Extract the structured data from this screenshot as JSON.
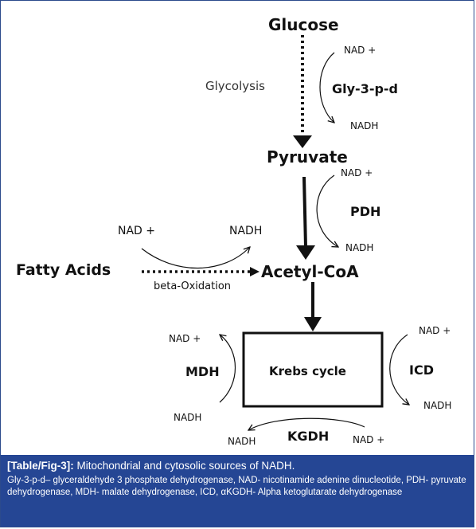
{
  "diagram": {
    "glucose": "Glucose",
    "glycolysis": "Glycolysis",
    "gly3pd": "Gly-3-p-d",
    "gly_nad": "NAD +",
    "gly_nadh": "NADH",
    "pyruvate": "Pyruvate",
    "pdh": "PDH",
    "pdh_nad": "NAD +",
    "pdh_nadh": "NADH",
    "fa_nad": "NAD +",
    "fa_nadh": "NADH",
    "fatty_acids": "Fatty Acids",
    "beta_oxidation": "beta-Oxidation",
    "acetyl_coa": "Acetyl-CoA",
    "krebs": "Krebs cycle",
    "mdh": "MDH",
    "mdh_nad": "NAD +",
    "mdh_nadh": "NADH",
    "icd": "ICD",
    "icd_nad": "NAD +",
    "icd_nadh": "NADH",
    "kgdh": "KGDH",
    "kgdh_nadh": "NADH",
    "kgdh_nad": "NAD +"
  },
  "caption": {
    "label": "[Table/Fig-3]:",
    "title": "Mitochondrial and cytosolic sources of NADH.",
    "text": "Gly-3-p-d– glyceraldehyde 3 phosphate dehydrogenase, NAD- nicotinamide adenine dinucleotide, PDH- pyruvate dehydrogenase, MDH- malate dehydrogenase, ICD, αKGDH- Alpha ketoglutarate dehydrogenase"
  },
  "colors": {
    "caption_bg": "#254694",
    "border": "#2b4a8c",
    "ink": "#111111"
  }
}
